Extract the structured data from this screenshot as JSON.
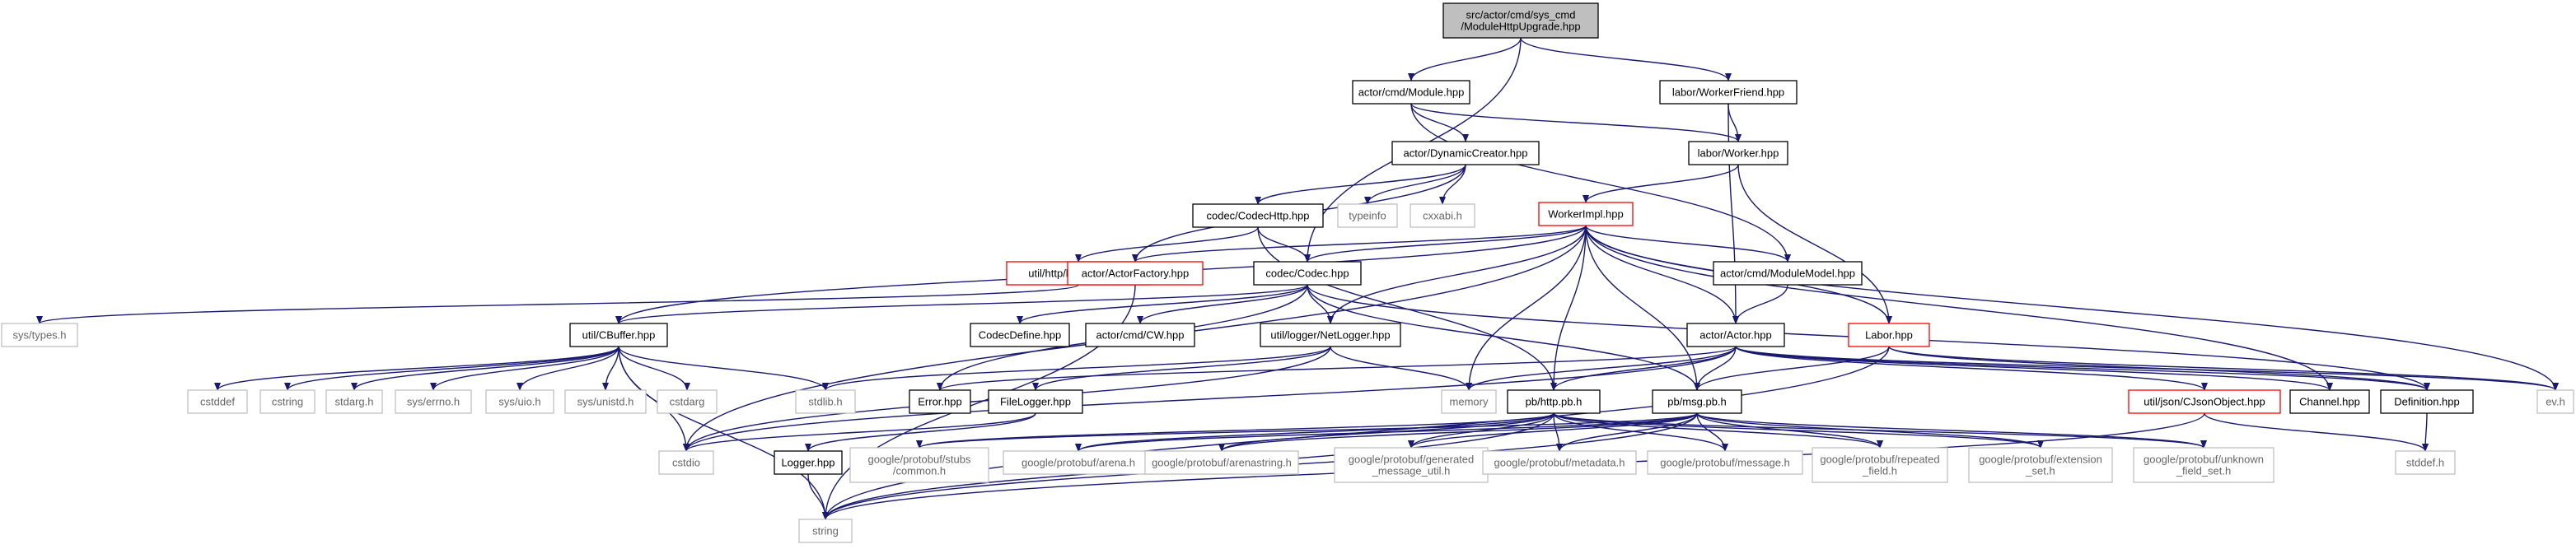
{
  "colors": {
    "edge": "#191970",
    "root_fill": "#bfbfbf",
    "node_border": "#000000",
    "truncated_border": "#ff0000",
    "leaf_border": "#bfbfbf",
    "leaf_text": "#666666",
    "text": "#000000",
    "background": "#ffffff"
  },
  "nodes": [
    {
      "id": "root",
      "lines": [
        "src/actor/cmd/sys_cmd",
        "/ModuleHttpUpgrade.hpp"
      ],
      "kind": "root"
    },
    {
      "id": "module",
      "lines": [
        "actor/cmd/Module.hpp"
      ],
      "kind": "normal"
    },
    {
      "id": "workerfriend",
      "lines": [
        "labor/WorkerFriend.hpp"
      ],
      "kind": "normal"
    },
    {
      "id": "dyncreator",
      "lines": [
        "actor/DynamicCreator.hpp"
      ],
      "kind": "normal"
    },
    {
      "id": "worker",
      "lines": [
        "labor/Worker.hpp"
      ],
      "kind": "normal"
    },
    {
      "id": "codechttp",
      "lines": [
        "codec/CodecHttp.hpp"
      ],
      "kind": "normal"
    },
    {
      "id": "typeinfo",
      "lines": [
        "typeinfo"
      ],
      "kind": "leaf"
    },
    {
      "id": "cxxabi",
      "lines": [
        "cxxabi.h"
      ],
      "kind": "leaf"
    },
    {
      "id": "workerimpl",
      "lines": [
        "WorkerImpl.hpp"
      ],
      "kind": "truncated"
    },
    {
      "id": "httpparser",
      "lines": [
        "util/http/http_parser.h"
      ],
      "kind": "truncated"
    },
    {
      "id": "actorfactory",
      "lines": [
        "actor/ActorFactory.hpp"
      ],
      "kind": "truncated"
    },
    {
      "id": "codec",
      "lines": [
        "codec/Codec.hpp"
      ],
      "kind": "normal"
    },
    {
      "id": "modulemodel",
      "lines": [
        "actor/cmd/ModuleModel.hpp"
      ],
      "kind": "normal"
    },
    {
      "id": "systypes",
      "lines": [
        "sys/types.h"
      ],
      "kind": "leaf"
    },
    {
      "id": "cbuffer",
      "lines": [
        "util/CBuffer.hpp"
      ],
      "kind": "normal"
    },
    {
      "id": "codecdefine",
      "lines": [
        "CodecDefine.hpp"
      ],
      "kind": "normal"
    },
    {
      "id": "cw",
      "lines": [
        "actor/cmd/CW.hpp"
      ],
      "kind": "normal"
    },
    {
      "id": "netlogger",
      "lines": [
        "util/logger/NetLogger.hpp"
      ],
      "kind": "normal"
    },
    {
      "id": "actor",
      "lines": [
        "actor/Actor.hpp"
      ],
      "kind": "normal"
    },
    {
      "id": "labor",
      "lines": [
        "Labor.hpp"
      ],
      "kind": "truncated"
    },
    {
      "id": "evh",
      "lines": [
        "ev.h"
      ],
      "kind": "leaf"
    },
    {
      "id": "cstddef",
      "lines": [
        "cstddef"
      ],
      "kind": "leaf"
    },
    {
      "id": "cstring",
      "lines": [
        "cstring"
      ],
      "kind": "leaf"
    },
    {
      "id": "stdargh",
      "lines": [
        "stdarg.h"
      ],
      "kind": "leaf"
    },
    {
      "id": "syserrno",
      "lines": [
        "sys/errno.h"
      ],
      "kind": "leaf"
    },
    {
      "id": "sysuio",
      "lines": [
        "sys/uio.h"
      ],
      "kind": "leaf"
    },
    {
      "id": "sysunistd",
      "lines": [
        "sys/unistd.h"
      ],
      "kind": "leaf"
    },
    {
      "id": "cstdarg",
      "lines": [
        "cstdarg"
      ],
      "kind": "leaf"
    },
    {
      "id": "stdlib",
      "lines": [
        "stdlib.h"
      ],
      "kind": "leaf"
    },
    {
      "id": "error",
      "lines": [
        "Error.hpp"
      ],
      "kind": "normal"
    },
    {
      "id": "filelogger",
      "lines": [
        "FileLogger.hpp"
      ],
      "kind": "normal"
    },
    {
      "id": "memory",
      "lines": [
        "memory"
      ],
      "kind": "leaf"
    },
    {
      "id": "httppb",
      "lines": [
        "pb/http.pb.h"
      ],
      "kind": "normal"
    },
    {
      "id": "msgpb",
      "lines": [
        "pb/msg.pb.h"
      ],
      "kind": "normal"
    },
    {
      "id": "cjson",
      "lines": [
        "util/json/CJsonObject.hpp"
      ],
      "kind": "truncated"
    },
    {
      "id": "channel",
      "lines": [
        "Channel.hpp"
      ],
      "kind": "normal"
    },
    {
      "id": "definition",
      "lines": [
        "Definition.hpp"
      ],
      "kind": "normal"
    },
    {
      "id": "cstdio",
      "lines": [
        "cstdio"
      ],
      "kind": "leaf"
    },
    {
      "id": "loggerhpp",
      "lines": [
        "Logger.hpp"
      ],
      "kind": "normal"
    },
    {
      "id": "gpcommon",
      "lines": [
        "google/protobuf/stubs",
        "/common.h"
      ],
      "kind": "leaf"
    },
    {
      "id": "gparena",
      "lines": [
        "google/protobuf/arena.h"
      ],
      "kind": "leaf"
    },
    {
      "id": "gparenastr",
      "lines": [
        "google/protobuf/arenastring.h"
      ],
      "kind": "leaf"
    },
    {
      "id": "gpgenmsg",
      "lines": [
        "google/protobuf/generated",
        "_message_util.h"
      ],
      "kind": "leaf"
    },
    {
      "id": "gpmetadata",
      "lines": [
        "google/protobuf/metadata.h"
      ],
      "kind": "leaf"
    },
    {
      "id": "gpmessage",
      "lines": [
        "google/protobuf/message.h"
      ],
      "kind": "leaf"
    },
    {
      "id": "gprepeated",
      "lines": [
        "google/protobuf/repeated",
        "_field.h"
      ],
      "kind": "leaf"
    },
    {
      "id": "gpextension",
      "lines": [
        "google/protobuf/extension",
        "_set.h"
      ],
      "kind": "leaf"
    },
    {
      "id": "gpunknown",
      "lines": [
        "google/protobuf/unknown",
        "_field_set.h"
      ],
      "kind": "leaf"
    },
    {
      "id": "stddef",
      "lines": [
        "stddef.h"
      ],
      "kind": "leaf"
    },
    {
      "id": "string",
      "lines": [
        "string"
      ],
      "kind": "leaf"
    }
  ],
  "edges": [
    [
      "root",
      "module"
    ],
    [
      "root",
      "workerfriend"
    ],
    [
      "root",
      "codec"
    ],
    [
      "module",
      "dyncreator"
    ],
    [
      "module",
      "worker"
    ],
    [
      "module",
      "modulemodel"
    ],
    [
      "workerfriend",
      "worker"
    ],
    [
      "workerfriend",
      "actor"
    ],
    [
      "dyncreator",
      "codechttp"
    ],
    [
      "dyncreator",
      "typeinfo"
    ],
    [
      "dyncreator",
      "cxxabi"
    ],
    [
      "dyncreator",
      "actorfactory"
    ],
    [
      "worker",
      "workerimpl"
    ],
    [
      "worker",
      "labor"
    ],
    [
      "codechttp",
      "httpparser"
    ],
    [
      "codechttp",
      "codec"
    ],
    [
      "codechttp",
      "httppb"
    ],
    [
      "workerimpl",
      "actorfactory"
    ],
    [
      "workerimpl",
      "codec"
    ],
    [
      "workerimpl",
      "modulemodel"
    ],
    [
      "workerimpl",
      "cbuffer"
    ],
    [
      "workerimpl",
      "netlogger"
    ],
    [
      "workerimpl",
      "actor"
    ],
    [
      "workerimpl",
      "labor"
    ],
    [
      "workerimpl",
      "evh"
    ],
    [
      "workerimpl",
      "memory"
    ],
    [
      "workerimpl",
      "httppb"
    ],
    [
      "workerimpl",
      "msgpb"
    ],
    [
      "workerimpl",
      "cstdio"
    ],
    [
      "workerimpl",
      "channel"
    ],
    [
      "httpparser",
      "systypes"
    ],
    [
      "actorfactory",
      "string"
    ],
    [
      "codec",
      "cbuffer"
    ],
    [
      "codec",
      "codecdefine"
    ],
    [
      "codec",
      "cw"
    ],
    [
      "codec",
      "netlogger"
    ],
    [
      "codec",
      "error"
    ],
    [
      "codec",
      "msgpb"
    ],
    [
      "codec",
      "definition"
    ],
    [
      "modulemodel",
      "actor"
    ],
    [
      "cbuffer",
      "cstddef"
    ],
    [
      "cbuffer",
      "cstring"
    ],
    [
      "cbuffer",
      "stdargh"
    ],
    [
      "cbuffer",
      "syserrno"
    ],
    [
      "cbuffer",
      "sysuio"
    ],
    [
      "cbuffer",
      "sysunistd"
    ],
    [
      "cbuffer",
      "cstdarg"
    ],
    [
      "cbuffer",
      "stdlib"
    ],
    [
      "cbuffer",
      "cstdio"
    ],
    [
      "cbuffer",
      "string"
    ],
    [
      "netlogger",
      "filelogger"
    ],
    [
      "netlogger",
      "memory"
    ],
    [
      "netlogger",
      "stdlib"
    ],
    [
      "netlogger",
      "cstdio"
    ],
    [
      "actor",
      "error"
    ],
    [
      "actor",
      "memory"
    ],
    [
      "actor",
      "httppb"
    ],
    [
      "actor",
      "msgpb"
    ],
    [
      "actor",
      "cjson"
    ],
    [
      "actor",
      "channel"
    ],
    [
      "actor",
      "definition"
    ],
    [
      "actor",
      "evh"
    ],
    [
      "actor",
      "cstdio"
    ],
    [
      "labor",
      "evh"
    ],
    [
      "labor",
      "definition"
    ],
    [
      "labor",
      "msgpb"
    ],
    [
      "labor",
      "string"
    ],
    [
      "filelogger",
      "loggerhpp"
    ],
    [
      "filelogger",
      "cstdio"
    ],
    [
      "loggerhpp",
      "string"
    ],
    [
      "httppb",
      "string"
    ],
    [
      "httppb",
      "gpcommon"
    ],
    [
      "httppb",
      "gparena"
    ],
    [
      "httppb",
      "gparenastr"
    ],
    [
      "httppb",
      "gpgenmsg"
    ],
    [
      "httppb",
      "gpmetadata"
    ],
    [
      "httppb",
      "gpmessage"
    ],
    [
      "httppb",
      "gprepeated"
    ],
    [
      "httppb",
      "gpextension"
    ],
    [
      "httppb",
      "gpunknown"
    ],
    [
      "msgpb",
      "string"
    ],
    [
      "msgpb",
      "gpcommon"
    ],
    [
      "msgpb",
      "gparena"
    ],
    [
      "msgpb",
      "gparenastr"
    ],
    [
      "msgpb",
      "gpgenmsg"
    ],
    [
      "msgpb",
      "gpmetadata"
    ],
    [
      "msgpb",
      "gpmessage"
    ],
    [
      "msgpb",
      "gprepeated"
    ],
    [
      "msgpb",
      "gpextension"
    ],
    [
      "msgpb",
      "gpunknown"
    ],
    [
      "cjson",
      "stddef"
    ],
    [
      "cjson",
      "string"
    ],
    [
      "definition",
      "stddef"
    ]
  ]
}
